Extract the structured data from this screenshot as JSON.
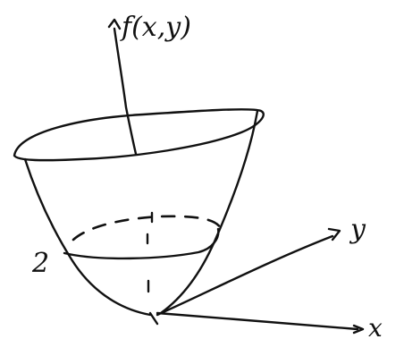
{
  "figure": {
    "axis_labels": {
      "z": "f(x,y)",
      "x": "x",
      "y": "y"
    },
    "level_label": "2"
  }
}
